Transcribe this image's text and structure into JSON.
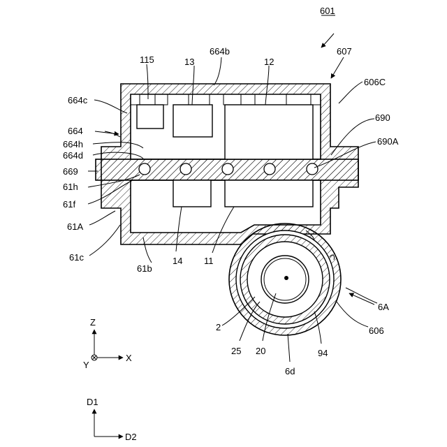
{
  "figure": {
    "number": "601",
    "labels": {
      "l607": "607",
      "l606C": "606C",
      "l664b": "664b",
      "l115": "115",
      "l13": "13",
      "l12": "12",
      "l664c": "664c",
      "l690": "690",
      "l664": "664",
      "l690A": "690A",
      "l664h": "664h",
      "l664d": "664d",
      "l669": "669",
      "l61h": "61h",
      "l61f": "61f",
      "l61A": "61A",
      "l61c": "61c",
      "l61b": "61b",
      "l14": "14",
      "l11": "11",
      "l6A": "6A",
      "l606": "606",
      "l2": "2",
      "l25": "25",
      "l20": "20",
      "l94": "94",
      "l6d": "6d"
    }
  },
  "axes_xyz": {
    "z": "Z",
    "x": "X",
    "y": "Y"
  },
  "axes_d": {
    "d1": "D1",
    "d2": "D2"
  }
}
